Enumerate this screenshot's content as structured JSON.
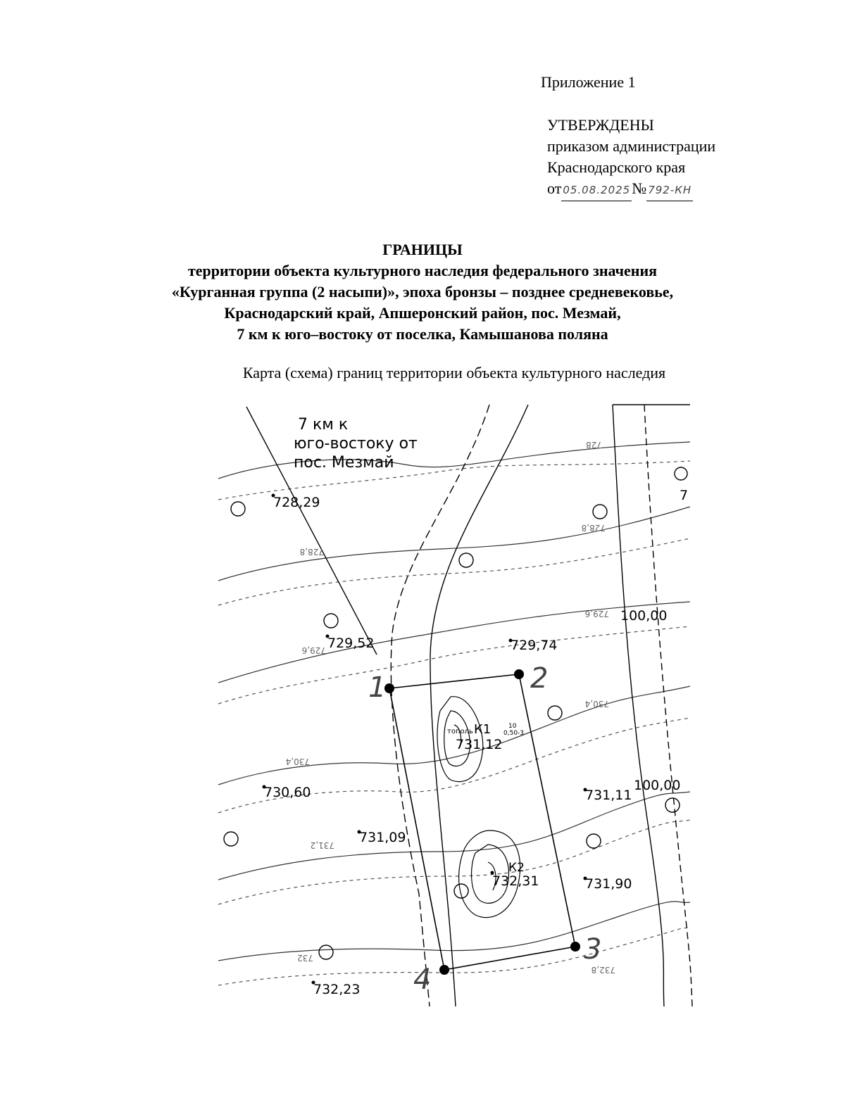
{
  "header": {
    "appendix": "Приложение 1",
    "approved_lines": [
      "УТВЕРЖДЕНЫ",
      "приказом администрации",
      "Краснодарского края"
    ],
    "order_prefix": "от",
    "order_date": "05.08.2025",
    "order_number_sign": "№",
    "order_number": "792-КН"
  },
  "title": {
    "main": "ГРАНИЦЫ",
    "lines": [
      "территории объекта культурного наследия федерального значения",
      "«Курганная группа (2 насыпи)», эпоха бронзы – позднее средневековье,",
      "Краснодарский край, Апшеронский район, пос. Мезмай,",
      "7 км к юго–востоку от поселка, Камышанова поляна"
    ],
    "subtitle": "Карта (схема) границ территории объекта культурного наследия"
  },
  "map": {
    "location_note": [
      "7 км к",
      "юго-востоку от",
      "пос. Мезмай"
    ],
    "elevations": [
      "728,29",
      "729,52",
      "729,74",
      "731,12",
      "730,60",
      "731,11",
      "731,09",
      "732,31",
      "731,90",
      "732,23"
    ],
    "contour_labels": [
      "728",
      "728,8",
      "728,8",
      "729,6",
      "729,6",
      "730,4",
      "730,4",
      "731,2",
      "732",
      "732,8"
    ],
    "grid_labels": [
      "100,00",
      "100,00",
      "7"
    ],
    "boundary_points": [
      "1",
      "2",
      "3",
      "4"
    ],
    "mounds": [
      "К1",
      "К2"
    ],
    "tree_note": "тополь",
    "tree_mark": "10",
    "tree_size": "0,50-3"
  }
}
